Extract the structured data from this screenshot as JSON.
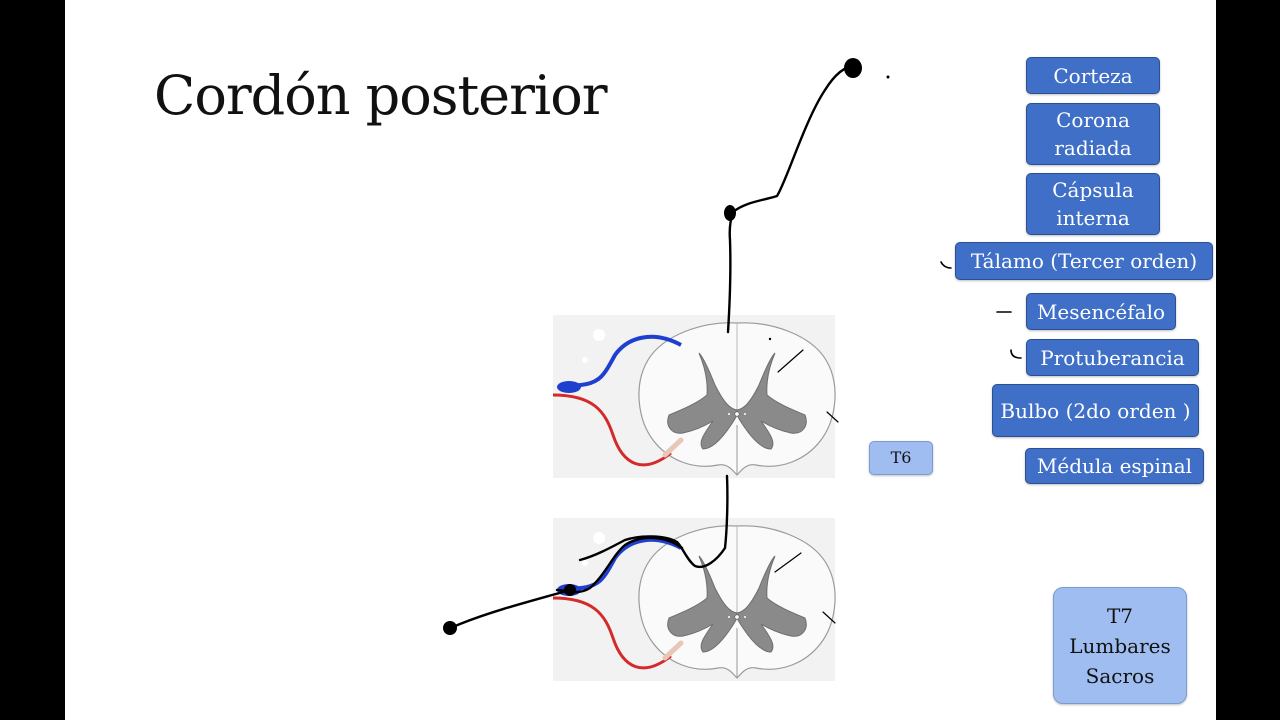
{
  "slide": {
    "title": "Cordón posterior"
  },
  "pathway": {
    "levels": [
      {
        "lines": [
          "Corteza"
        ]
      },
      {
        "lines": [
          "Corona",
          "radiada"
        ]
      },
      {
        "lines": [
          "Cápsula",
          "interna"
        ]
      },
      {
        "lines": [
          "Tálamo (Tercer orden)"
        ]
      },
      {
        "lines": [
          "Mesencéfalo"
        ]
      },
      {
        "lines": [
          "Protuberancia"
        ]
      },
      {
        "lines": [
          "Bulbo (2do orden )"
        ]
      },
      {
        "lines": [
          "Médula espinal"
        ]
      }
    ]
  },
  "segments": {
    "upper_label": "T6",
    "lower_lines": [
      "T7",
      "Lumbares",
      "Sacros"
    ]
  },
  "colors": {
    "box_fill": "#3f6fc7",
    "box_light_fill": "#9fbdf0",
    "dorsal_root": "#1f3fcf",
    "ventral_root": "#d42a2a",
    "gray_matter": "#8a8a8a",
    "ink": "#000000"
  }
}
